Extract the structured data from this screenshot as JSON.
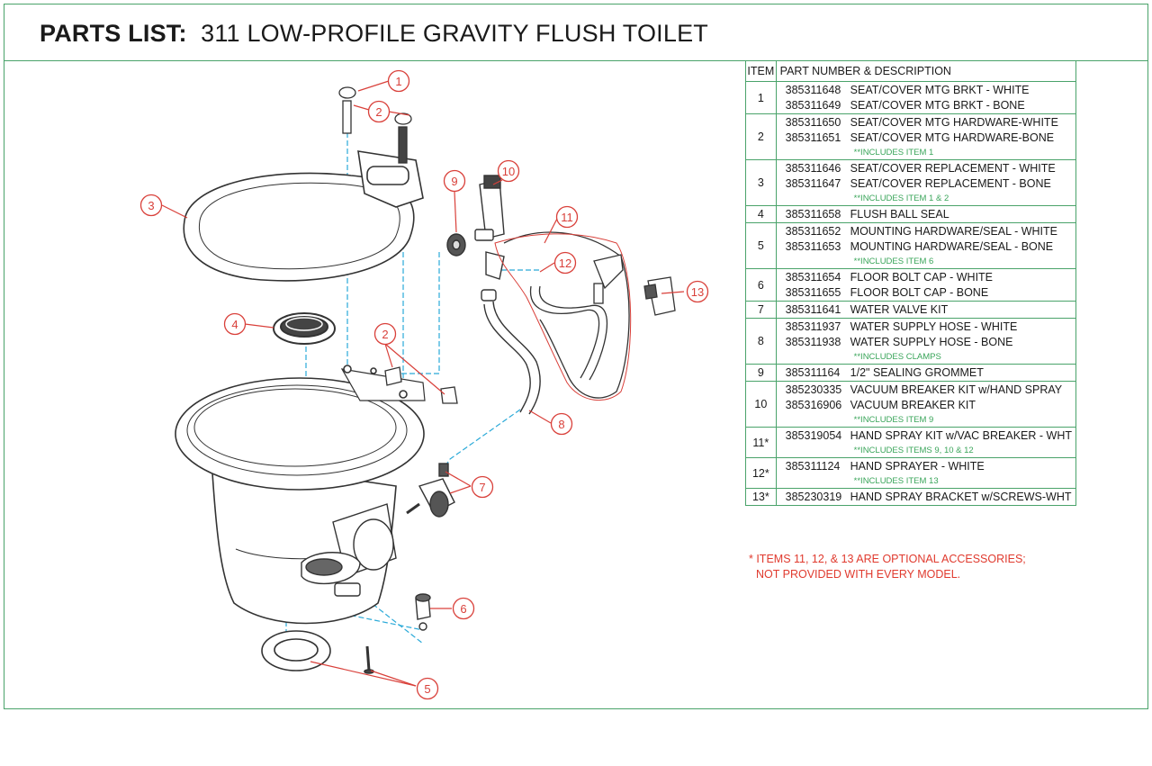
{
  "title": {
    "prefix": "PARTS LIST:",
    "name": "311 LOW-PROFILE GRAVITY FLUSH TOILET"
  },
  "table": {
    "headers": {
      "item": "ITEM",
      "desc": "PART NUMBER & DESCRIPTION"
    },
    "rows": [
      {
        "item": "1",
        "lines": [
          {
            "pn": "385311648",
            "desc": "SEAT/COVER MTG BRKT - WHITE"
          },
          {
            "pn": "385311649",
            "desc": "SEAT/COVER MTG BRKT - BONE"
          }
        ],
        "includes": ""
      },
      {
        "item": "2",
        "lines": [
          {
            "pn": "385311650",
            "desc": "SEAT/COVER MTG HARDWARE-WHITE"
          },
          {
            "pn": "385311651",
            "desc": "SEAT/COVER MTG HARDWARE-BONE"
          }
        ],
        "includes": "**INCLUDES ITEM 1"
      },
      {
        "item": "3",
        "lines": [
          {
            "pn": "385311646",
            "desc": "SEAT/COVER REPLACEMENT - WHITE"
          },
          {
            "pn": "385311647",
            "desc": "SEAT/COVER REPLACEMENT - BONE"
          }
        ],
        "includes": "**INCLUDES ITEM 1 & 2"
      },
      {
        "item": "4",
        "lines": [
          {
            "pn": "385311658",
            "desc": "FLUSH BALL SEAL"
          }
        ],
        "includes": ""
      },
      {
        "item": "5",
        "lines": [
          {
            "pn": "385311652",
            "desc": "MOUNTING HARDWARE/SEAL - WHITE"
          },
          {
            "pn": "385311653",
            "desc": "MOUNTING HARDWARE/SEAL - BONE"
          }
        ],
        "includes": "**INCLUDES ITEM 6"
      },
      {
        "item": "6",
        "lines": [
          {
            "pn": "385311654",
            "desc": "FLOOR BOLT CAP - WHITE"
          },
          {
            "pn": "385311655",
            "desc": "FLOOR BOLT CAP - BONE"
          }
        ],
        "includes": ""
      },
      {
        "item": "7",
        "lines": [
          {
            "pn": "385311641",
            "desc": "WATER VALVE KIT"
          }
        ],
        "includes": ""
      },
      {
        "item": "8",
        "lines": [
          {
            "pn": "385311937",
            "desc": "WATER SUPPLY HOSE - WHITE"
          },
          {
            "pn": "385311938",
            "desc": "WATER SUPPLY HOSE - BONE"
          }
        ],
        "includes": "**INCLUDES CLAMPS"
      },
      {
        "item": "9",
        "lines": [
          {
            "pn": "385311164",
            "desc": "1/2\" SEALING GROMMET"
          }
        ],
        "includes": ""
      },
      {
        "item": "10",
        "lines": [
          {
            "pn": "385230335",
            "desc": "VACUUM BREAKER KIT w/HAND SPRAY"
          },
          {
            "pn": "385316906",
            "desc": "VACUUM BREAKER KIT"
          }
        ],
        "includes": "**INCLUDES ITEM 9"
      },
      {
        "item": "11*",
        "lines": [
          {
            "pn": "385319054",
            "desc": "HAND SPRAY KIT w/VAC BREAKER - WHT"
          }
        ],
        "includes": "**INCLUDES ITEMS 9, 10 & 12"
      },
      {
        "item": "12*",
        "lines": [
          {
            "pn": "385311124",
            "desc": "HAND SPRAYER - WHITE"
          }
        ],
        "includes": "**INCLUDES ITEM 13"
      },
      {
        "item": "13*",
        "lines": [
          {
            "pn": "385230319",
            "desc": "HAND SPRAY BRACKET w/SCREWS-WHT"
          }
        ],
        "includes": ""
      }
    ]
  },
  "note": {
    "line1": "* ITEMS 11, 12, & 13 ARE OPTIONAL ACCESSORIES;",
    "line2": "NOT PROVIDED WITH EVERY MODEL."
  },
  "callouts": [
    "1",
    "2",
    "2",
    "3",
    "4",
    "5",
    "6",
    "7",
    "8",
    "9",
    "10",
    "11",
    "12",
    "13"
  ],
  "colors": {
    "border": "#4aa36a",
    "callout": "#d9403a",
    "leader": "#29a9d8",
    "includes": "#3aa55a",
    "note": "#e03a2e"
  }
}
